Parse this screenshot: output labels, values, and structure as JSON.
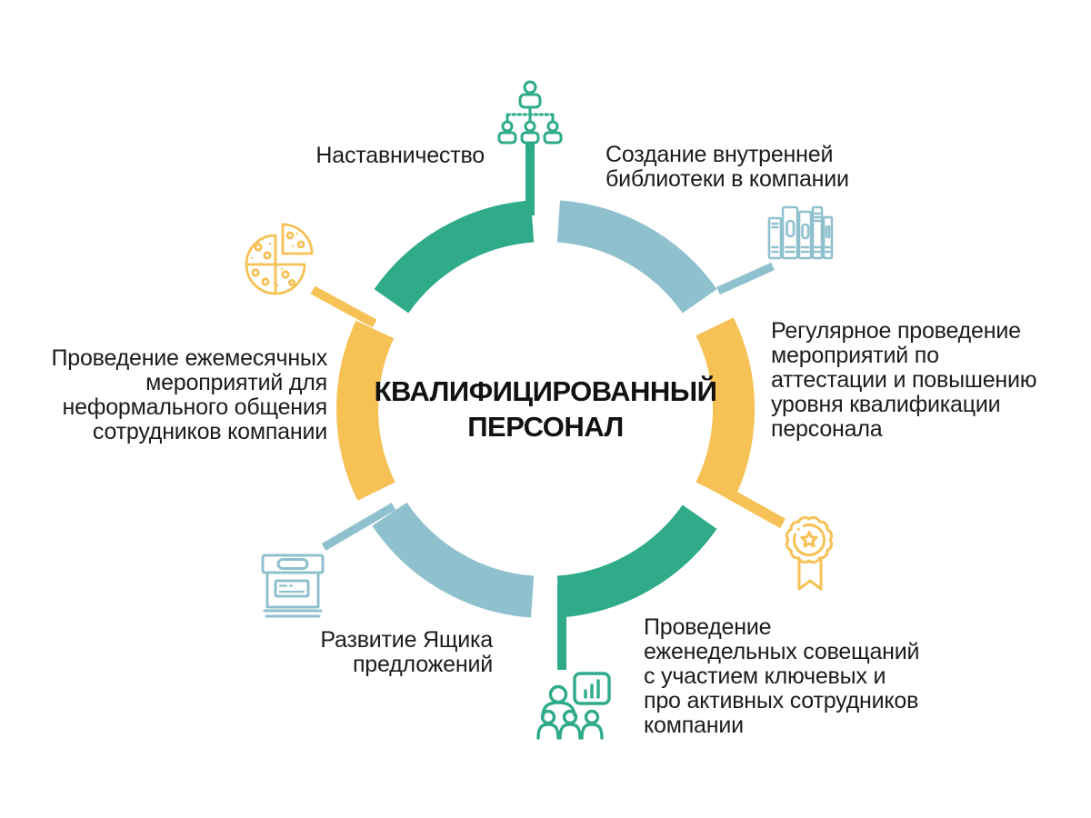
{
  "title": "КВАЛИФИЦИРОВАННЫЙ\nПЕРСОНАЛ",
  "colors": {
    "green": "#2FAB8A",
    "blue": "#8FC0CE",
    "yellow": "#F6C155",
    "text": "#1C1C1C"
  },
  "items": [
    {
      "label": "Наставничество",
      "icon": "org-chart-icon",
      "color": "green"
    },
    {
      "label": "Создание внутренней\nбиблиотеки в компании",
      "icon": "books-icon",
      "color": "blue"
    },
    {
      "label": "Регулярное проведение\nмероприятий по\nаттестации и повышению\nуровня квалификации\nперсонала",
      "icon": "medal-icon",
      "color": "yellow"
    },
    {
      "label": "Проведение\nеженедельных совещаний\nс участием ключевых и\nпро активных сотрудников\nкомпании",
      "icon": "presentation-audience-icon",
      "color": "green"
    },
    {
      "label": "Развитие Ящика\nпредложений",
      "icon": "suggestion-box-icon",
      "color": "blue"
    },
    {
      "label": "Проведение ежемесячных\nмероприятий для\nнеформального общения\nсотрудников компании",
      "icon": "pizza-icon",
      "color": "yellow"
    }
  ]
}
